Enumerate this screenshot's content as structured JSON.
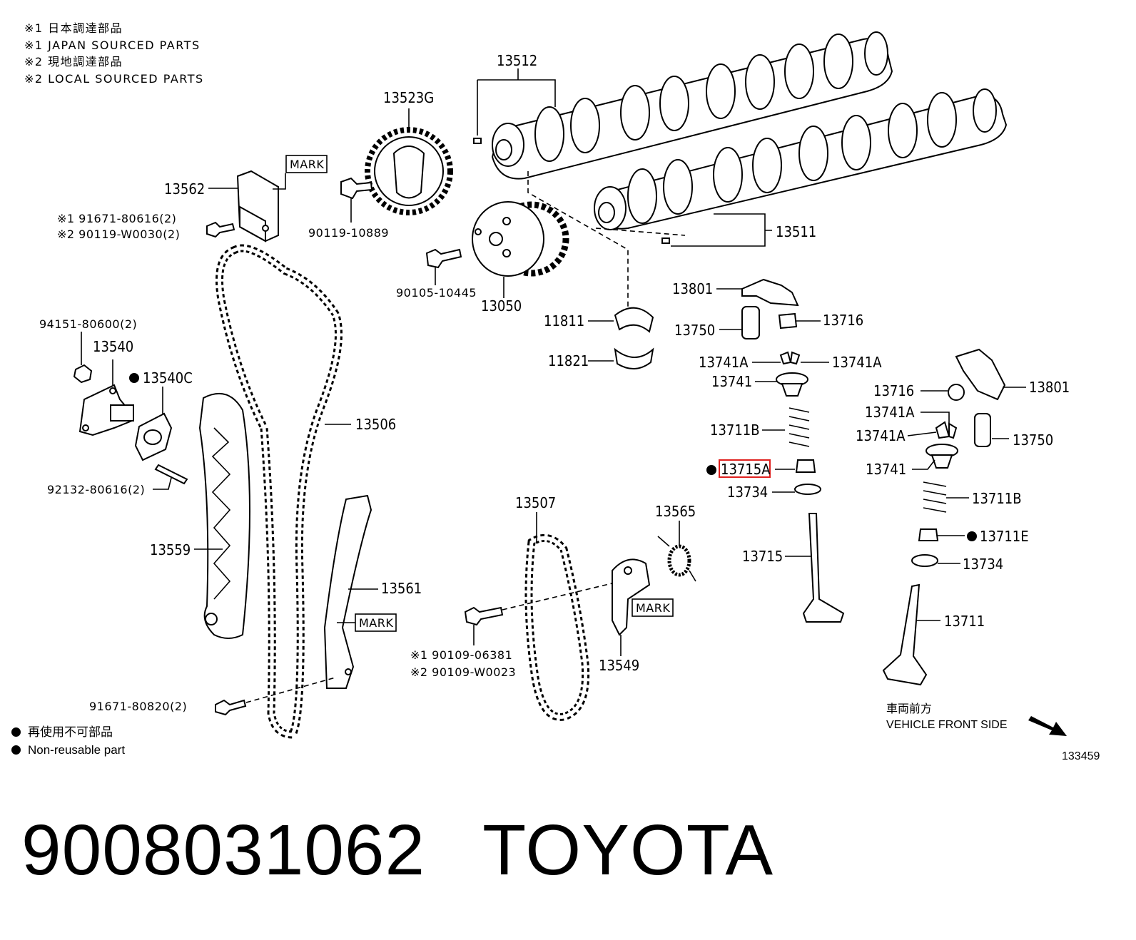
{
  "notes": [
    "※1 日本調達部品",
    "※1 JAPAN SOURCED PARTS",
    "※2 現地調達部品",
    "※2 LOCAL SOURCED PARTS"
  ],
  "labels": {
    "p13512": "13512",
    "p13523G": "13523G",
    "mark1": "MARK",
    "p13562": "13562",
    "p91671_80616": "※1 91671-80616(2)",
    "p90119_W0030": "※2 90119-W0030(2)",
    "p90119_10889": "90119-10889",
    "p13511": "13511",
    "p90105_10445": "90105-10445",
    "p13050": "13050",
    "p13801a": "13801",
    "p13750a": "13750",
    "p13716a": "13716",
    "p11811": "11811",
    "p11821": "11821",
    "p94151": "94151-80600(2)",
    "p13540": "13540",
    "p13540C": "13540C",
    "p13506": "13506",
    "p13741Aa": "13741A",
    "p13741Ab": "13741A",
    "p13741a": "13741",
    "p13711Ba": "13711B",
    "p13715A": "13715A",
    "p13734a": "13734",
    "p92132": "92132-80616(2)",
    "p13716b": "13716",
    "p13801b": "13801",
    "p13741Ac": "13741A",
    "p13741Ad": "13741A",
    "p13750b": "13750",
    "p13741b": "13741",
    "p13711Bb": "13711B",
    "p13711E": "13711E",
    "p13734b": "13734",
    "p13559": "13559",
    "p13507": "13507",
    "p13565": "13565",
    "p13715": "13715",
    "p13561": "13561",
    "mark2": "MARK",
    "mark3": "MARK",
    "p90109_06381": "※1 90109-06381",
    "p90109_W0023": "※2 90109-W0023",
    "p13549": "13549",
    "p13711": "13711",
    "p91671_80820": "91671-80820(2)"
  },
  "legend": {
    "jp": "再使用不可部品",
    "en": "Non-reusable part"
  },
  "front": {
    "jp": "車両前方",
    "en": "VEHICLE FRONT SIDE"
  },
  "diagram_code": "133459",
  "part_number": "9008031062",
  "brand": "TOYOTA"
}
